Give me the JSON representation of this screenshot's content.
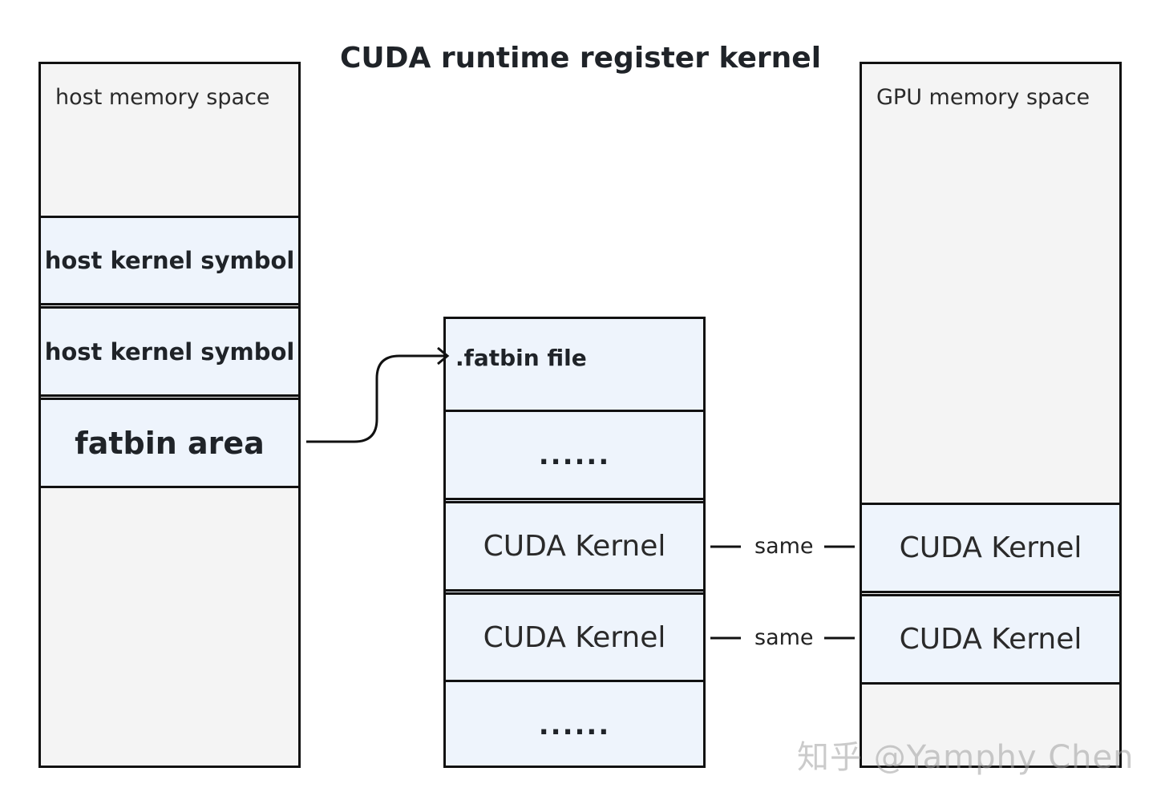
{
  "title": "CUDA runtime register kernel",
  "host": {
    "label": "host memory space",
    "symbol_1": "host kernel symbol",
    "symbol_2": "host kernel symbol",
    "fatbin_area": "fatbin area"
  },
  "fatbin": {
    "file_label": ".fatbin file",
    "dots_top": "......",
    "kernel_1": "CUDA Kernel",
    "kernel_2": "CUDA Kernel",
    "dots_bottom": "......"
  },
  "gpu": {
    "label": "GPU memory space",
    "kernel_1": "CUDA Kernel",
    "kernel_2": "CUDA Kernel"
  },
  "links": {
    "same_1": "same",
    "same_2": "same"
  },
  "watermark": "知乎 @Yamphy Chen"
}
